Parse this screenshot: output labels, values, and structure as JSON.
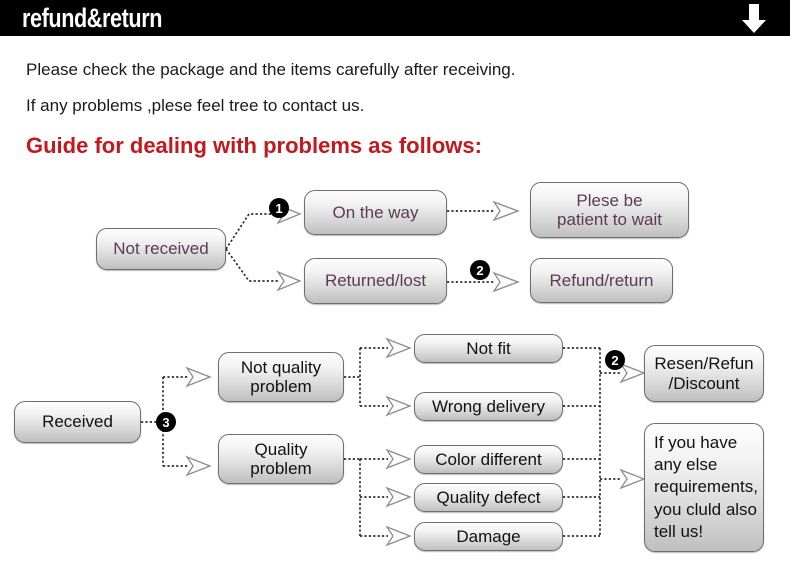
{
  "header": {
    "title": "refund&return",
    "arrow_icon": "arrow-down-icon"
  },
  "intro": {
    "line1": "Please check the package and the items carefully after receiving.",
    "line2": "If any problems ,plese feel tree to contact us.",
    "guide_heading": "Guide for dealing with problems as follows:"
  },
  "colors": {
    "header_bg": "#000000",
    "header_text": "#ffffff",
    "guide_red": "#c3181c",
    "node_purple_text": "#5c3a52",
    "node_black_text": "#111111",
    "badge_bg": "#000000",
    "node_border": "#6e6e6e"
  },
  "flow_not_received": {
    "badges": [
      "1",
      "2"
    ],
    "nodes": {
      "start": "Not received",
      "on_the_way": "On the way",
      "returned_lost": "Returned/lost",
      "please_wait": "Plese be\npatient to wait",
      "refund_return": "Refund/return"
    }
  },
  "flow_received": {
    "badges": [
      "3",
      "2"
    ],
    "nodes": {
      "start": "Received",
      "not_quality_problem": "Not quality\nproblem",
      "quality_problem": "Quality\nproblem",
      "not_fit": "Not fit",
      "wrong_delivery": "Wrong delivery",
      "color_different": "Color different",
      "quality_defect": "Quality defect",
      "damage": "Damage",
      "resend_refund_discount": "Resen/Refun\n/Discount",
      "extra_note": "If you have\nany else\nrequirements,\nyou cluld also\ntell us!"
    }
  }
}
